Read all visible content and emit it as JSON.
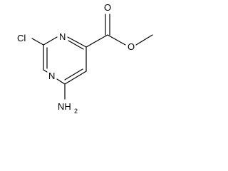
{
  "structure": {
    "atoms": {
      "n_top": "N",
      "n_bottom": "N",
      "chlorine": "Cl",
      "carbonyl_oxygen": "O",
      "ester_oxygen": "O",
      "amine": "NH",
      "amine_subscript": "2"
    }
  }
}
